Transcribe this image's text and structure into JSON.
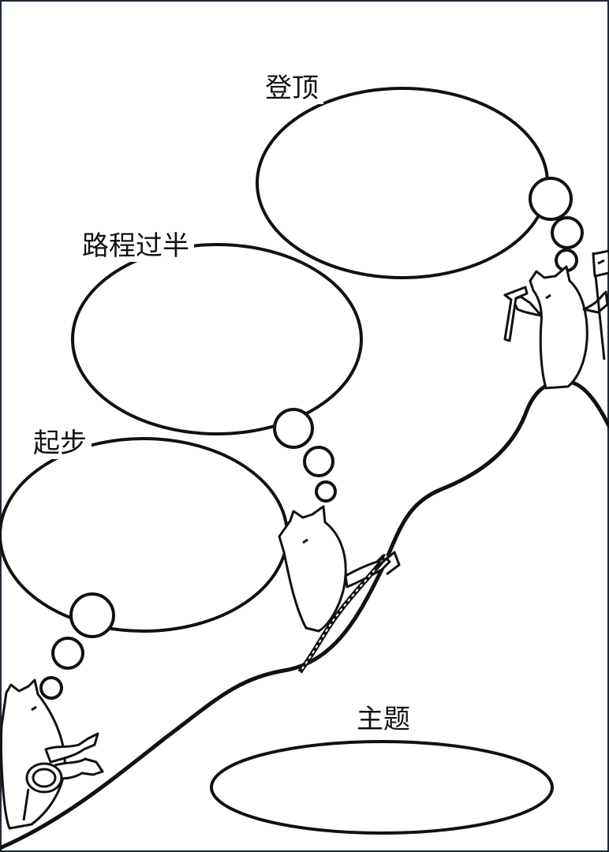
{
  "labels": {
    "summit": "登顶",
    "halfway": "路程过半",
    "start": "起步",
    "theme": "主题"
  },
  "colors": {
    "ink": "#111111",
    "background": "#ffffff",
    "frame": "#1d2a3c"
  },
  "icons": [
    "cat-climber-start",
    "cat-climber-rope",
    "cat-climber-summit",
    "pickaxe-icon",
    "flag-icon",
    "rope-icon"
  ]
}
